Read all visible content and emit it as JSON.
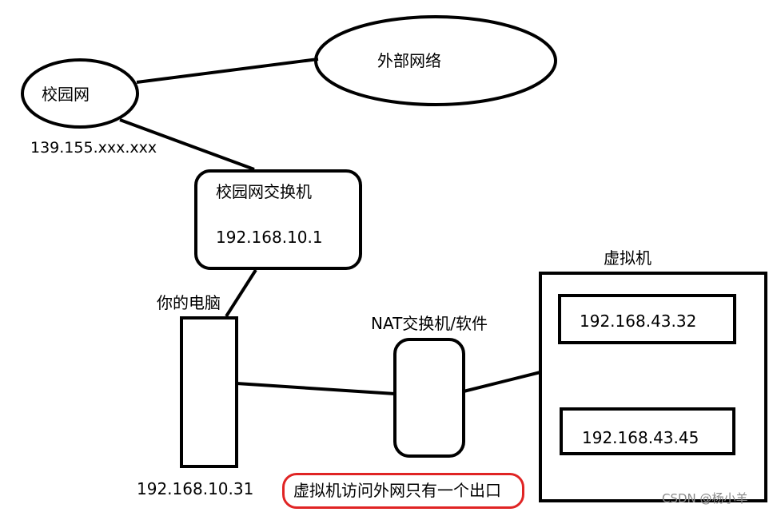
{
  "labels": {
    "external_network": "外部网络",
    "campus_network": "校园网",
    "campus_ip": "139.155.xxx.xxx",
    "campus_switch_title": "校园网交换机",
    "campus_switch_ip": "192.168.10.1",
    "your_pc_title": "你的电脑",
    "your_pc_ip": "192.168.10.31",
    "nat_title": "NAT交换机/软件",
    "vm_title": "虚拟机",
    "vm1_ip": "192.168.43.32",
    "vm2_ip": "192.168.43.45",
    "note": "虚拟机访问外网只有一个出口"
  },
  "colors": {
    "line": "#000000",
    "note_border": "#e02424",
    "watermark": "#8a8a8a"
  },
  "watermark": "CSDN @杨小羊"
}
